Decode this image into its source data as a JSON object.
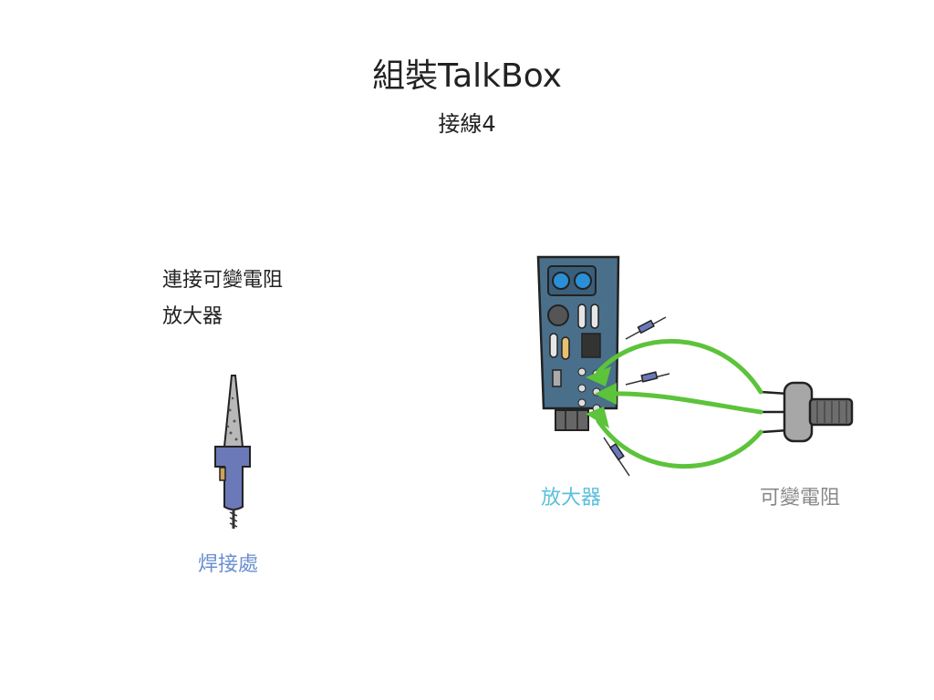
{
  "title": "組裝TalkBox",
  "subtitle": "接線4",
  "instructions": [
    "連接可變電阻",
    "放大器"
  ],
  "labels": {
    "amplifier": "放大器",
    "potentiometer": "可變電阻",
    "solder_point": "焊接處"
  },
  "colors": {
    "amplifier_label": "#5bc0de",
    "potentiometer_label": "#888888",
    "solder_label": "#6a8fd0",
    "board": "#4a6f8a",
    "wire": "#5cc33a",
    "handle": "#6b79b8"
  }
}
